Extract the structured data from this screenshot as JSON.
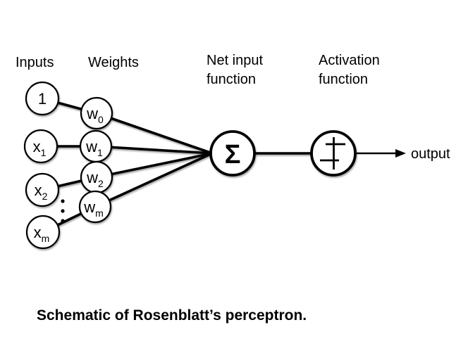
{
  "headers": {
    "inputs": "Inputs",
    "weights": "Weights",
    "net_input": {
      "line1": "Net input",
      "line2": "function"
    },
    "activation": {
      "line1": "Activation",
      "line2": "function"
    }
  },
  "input_nodes": [
    {
      "base": "1",
      "sub": ""
    },
    {
      "base": "x",
      "sub": "1"
    },
    {
      "base": "x",
      "sub": "2"
    },
    {
      "base": "x",
      "sub": "m"
    }
  ],
  "weight_nodes": [
    {
      "base": "w",
      "sub": "0"
    },
    {
      "base": "w",
      "sub": "1"
    },
    {
      "base": "w",
      "sub": "2"
    },
    {
      "base": "w",
      "sub": "m"
    }
  ],
  "summation_symbol": "Σ",
  "icons": {
    "activation_icon": "step-function-icon",
    "ellipsis_icon": "vertical-ellipsis-icon"
  },
  "output_label": "output",
  "caption": "Schematic of Rosenblatt’s perceptron.",
  "colors": {
    "line": "#000000",
    "node_fill": "#ffffff",
    "background": "#ffffff"
  }
}
